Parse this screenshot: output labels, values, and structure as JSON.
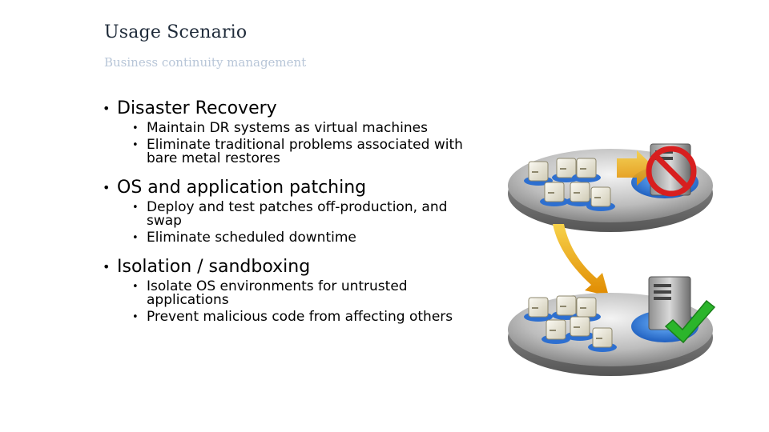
{
  "slide": {
    "title": "Usage Scenario",
    "subtitle": "Business continuity management"
  },
  "bullets": [
    {
      "text": "Disaster Recovery",
      "sub": [
        "Maintain DR systems as virtual machines",
        "Eliminate traditional problems associated with bare metal restores"
      ]
    },
    {
      "text": "OS and application patching",
      "sub": [
        "Deploy and test patches off-production, and swap",
        "Eliminate scheduled downtime"
      ]
    },
    {
      "text": "Isolation / sandboxing",
      "sub": [
        "Isolate OS environments for untrusted applications",
        "Prevent malicious code from affecting others"
      ]
    }
  ],
  "illustration": {
    "top_platform_icon": "prohibited-icon",
    "bottom_platform_icon": "checkmark-icon",
    "arrow_color": "#f0a800",
    "check_color": "#2bb52b",
    "prohibit_color": "#d81f1f"
  }
}
